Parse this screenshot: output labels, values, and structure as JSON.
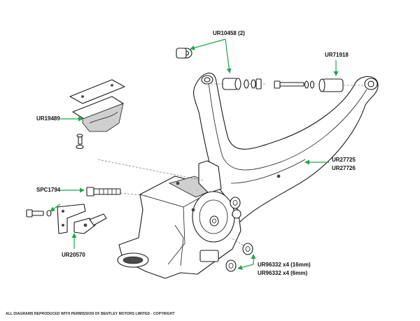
{
  "labels": {
    "ur10458": "UR10458 (2)",
    "ur71918": "UR71918",
    "ur19489": "UR19489",
    "ur27725": "UR27725",
    "ur27726": "UR27726",
    "spc1794": "SPC1794",
    "ur20570": "UR20570",
    "ur96332_16": "UR96332 x4  (16mm)",
    "ur96332_6": "UR96332 x4 (6mm)"
  },
  "footer": "ALL DIAGRAMS REPRODUCED WITH PERMISSION OF BENTLEY MOTORS LIMITED - COPYRIGHT",
  "colors": {
    "leader": "#1fa64a",
    "ink": "#1a1a1a"
  }
}
